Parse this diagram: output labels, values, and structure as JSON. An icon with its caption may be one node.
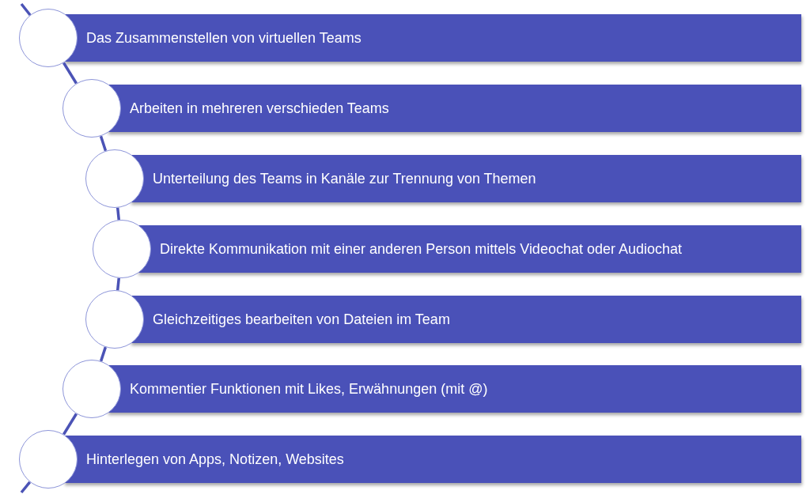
{
  "diagram": {
    "nodes": [
      {
        "text": [],
        "shape": "circle"
      },
      {
        "text": [
          "Das Zusammenstellen von virtuellen Teams"
        ]
      },
      {
        "text": [],
        "shape": "circle"
      },
      {
        "text": [
          "Arbeiten in mehreren verschieden Teams"
        ]
      },
      {
        "text": [],
        "shape": "circle"
      },
      {
        "text": [
          "Unterteilung des Teams in Kanäle zur Trennung von Themen"
        ]
      },
      {
        "text": [],
        "shape": "circle"
      },
      {
        "text": [
          "Direkte Kommunikation mit einer anderen Person mittels Videochat oder Audiochat"
        ]
      },
      {
        "text": [],
        "shape": "circle"
      },
      {
        "text": [
          "Gleichzeitiges bearbeiten von Dateien im Team"
        ]
      },
      {
        "text": [],
        "shape": "circle"
      },
      {
        "text": [
          "Kommentier Funktionen mit Likes, Erwähnungen (mit @)"
        ]
      },
      {
        "text": [],
        "shape": "circle"
      },
      {
        "text": [
          "Hinterlegen von Apps, Notizen, Websites"
        ]
      }
    ],
    "edges": [
      {
        "from": null,
        "to": 0,
        "arrow": "none"
      },
      {
        "from": 0,
        "to": 2,
        "arrow": "none"
      },
      {
        "from": 2,
        "to": 4,
        "arrow": "none"
      },
      {
        "from": 4,
        "to": 6,
        "arrow": "none"
      },
      {
        "from": 6,
        "to": 8,
        "arrow": "none"
      },
      {
        "from": 8,
        "to": 10,
        "arrow": "none"
      },
      {
        "from": 10,
        "to": 12,
        "arrow": "none"
      },
      {
        "from": 12,
        "to": null,
        "arrow": "none"
      }
    ]
  }
}
